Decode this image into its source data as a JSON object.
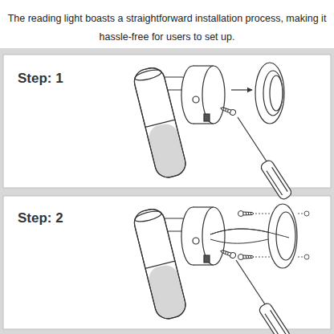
{
  "diagram": {
    "title": "The reading light boasts a straightforward installation process, making it hassle-free for users to set up.",
    "labels": [
      "Step: 1",
      "Step: 2"
    ]
  }
}
